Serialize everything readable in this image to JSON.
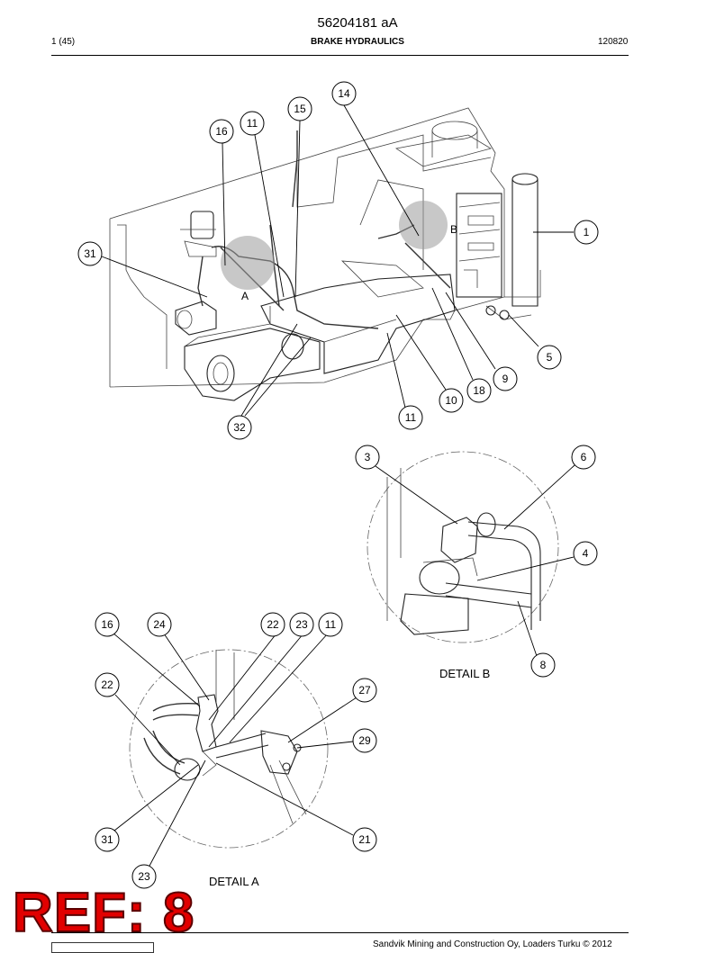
{
  "header": {
    "doc_number": "56204181 aA",
    "page": "1 (45)",
    "title": "BRAKE HYDRAULICS",
    "date": "120820"
  },
  "labels": {
    "detail_a": "DETAIL A",
    "detail_b": "DETAIL B",
    "zone_a": "A",
    "zone_b": "B"
  },
  "callouts": {
    "main": [
      "14",
      "15",
      "11",
      "16",
      "1",
      "31",
      "5",
      "9",
      "18",
      "10",
      "11",
      "32"
    ],
    "detail_b": [
      "3",
      "6",
      "4",
      "8"
    ],
    "detail_a": [
      "16",
      "24",
      "22",
      "23",
      "11",
      "22",
      "27",
      "29",
      "31",
      "21",
      "23"
    ]
  },
  "footer": {
    "copyright": "Sandvik Mining and Construction Oy, Loaders Turku © 2012"
  },
  "stamp": {
    "ref": "REF: 8",
    "color": "#e10000"
  }
}
